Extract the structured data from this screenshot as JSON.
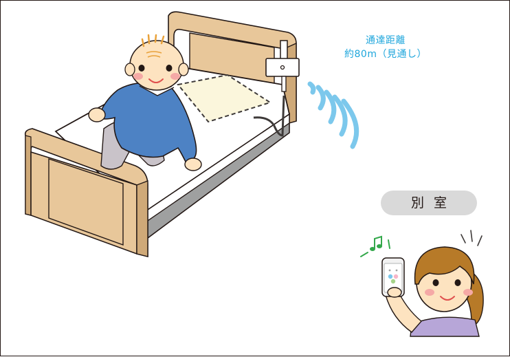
{
  "range": {
    "line1": "通達距離",
    "line2": "約80m（見通し）"
  },
  "room_label": "別室",
  "colors": {
    "accent_text": "#1ea6dc",
    "wave": "#7cc8ec",
    "bed_wood": "#e8c79a",
    "sensor_mat": "#fbf6dc",
    "pill": "#d9d9d9",
    "man_shirt": "#4d82c4",
    "girl_shirt": "#b7a6d8",
    "note": "#33a84b"
  },
  "icons": [
    "music-note-icon",
    "sound-lines-icon",
    "radio-wave-icon"
  ]
}
